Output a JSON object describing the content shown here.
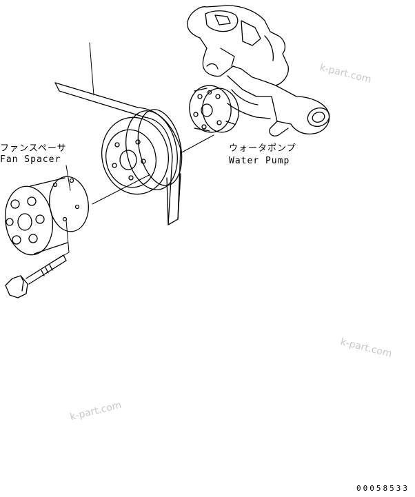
{
  "labels": {
    "fan_spacer_jp": "ファンスペーサ",
    "fan_spacer_en": "Fan Spacer",
    "water_pump_jp": "ウォータポンプ",
    "water_pump_en": "Water Pump"
  },
  "watermarks": [
    "k-part.com",
    "k-part.com",
    "k-part.com"
  ],
  "doc_number": "00058533"
}
